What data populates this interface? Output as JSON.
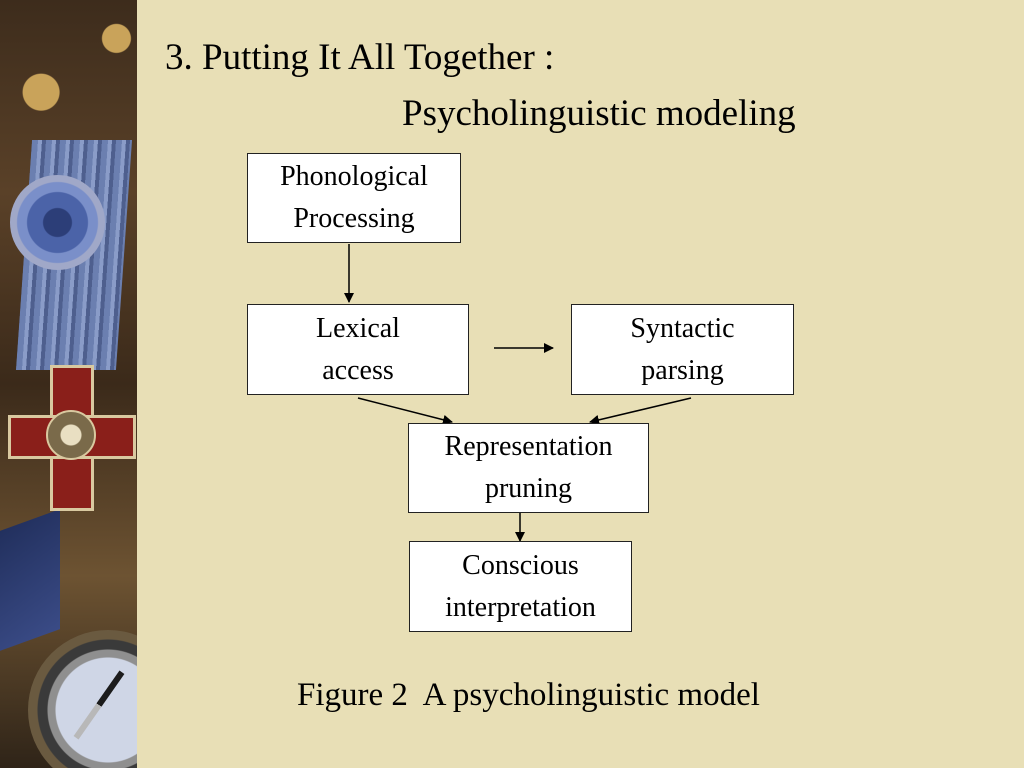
{
  "slide": {
    "title_line1": "3. Putting It All Together :",
    "title_line2": "Psycholinguistic modeling"
  },
  "diagram": {
    "nodes": [
      {
        "id": "phonological",
        "line1": "Phonological",
        "line2": "Processing"
      },
      {
        "id": "lexical",
        "line1": "Lexical",
        "line2": "access"
      },
      {
        "id": "syntactic",
        "line1": "Syntactic",
        "line2": "parsing"
      },
      {
        "id": "representation",
        "line1": "Representation",
        "line2": "pruning"
      },
      {
        "id": "conscious",
        "line1": "Conscious",
        "line2": "interpretation"
      }
    ],
    "edges": [
      {
        "from": "phonological",
        "to": "lexical"
      },
      {
        "from": "lexical",
        "to": "syntactic"
      },
      {
        "from": "lexical",
        "to": "representation"
      },
      {
        "from": "syntactic",
        "to": "representation"
      },
      {
        "from": "representation",
        "to": "conscious"
      }
    ],
    "caption": "Figure 2  A psycholinguistic model"
  },
  "colors": {
    "background": "#e8dfb6",
    "box_fill": "#ffffff",
    "text": "#000000"
  }
}
